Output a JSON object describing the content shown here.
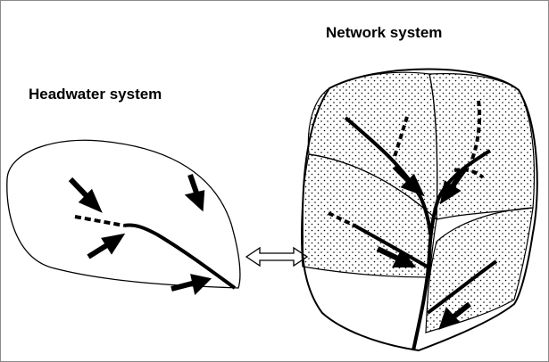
{
  "labels": {
    "network_system": "Network system",
    "headwater_system": "Headwater system"
  },
  "colors": {
    "ink": "#000000",
    "background": "#ffffff",
    "border": "#8a8a8a"
  },
  "connector": "double-headed-arrow"
}
